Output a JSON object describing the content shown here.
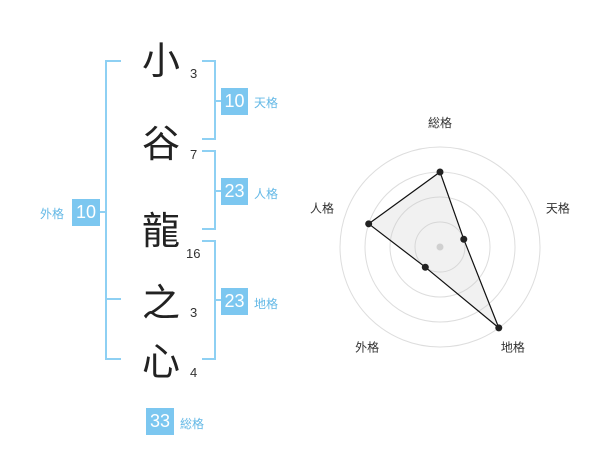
{
  "name_chars": [
    {
      "char": "小",
      "strokes": "3"
    },
    {
      "char": "谷",
      "strokes": "7"
    },
    {
      "char": "龍",
      "strokes": "16"
    },
    {
      "char": "之",
      "strokes": "3"
    },
    {
      "char": "心",
      "strokes": "4"
    }
  ],
  "kakusu": {
    "tenkaku": {
      "value": "10",
      "label": "天格"
    },
    "jinkaku": {
      "value": "23",
      "label": "人格"
    },
    "chikaku": {
      "value": "23",
      "label": "地格"
    },
    "gaikaku": {
      "value": "10",
      "label": "外格"
    },
    "soukaku": {
      "value": "33",
      "label": "総格"
    }
  },
  "chart_data": {
    "type": "radar",
    "axes": [
      "総格",
      "天格",
      "地格",
      "外格",
      "人格"
    ],
    "values": [
      0.75,
      0.25,
      1.0,
      0.25,
      0.75
    ],
    "max": 1.0,
    "rings": 4
  },
  "colors": {
    "accent": "#7cc7f0",
    "label": "#63b8e6",
    "bracket": "#8ed0f3",
    "text": "#222222"
  }
}
